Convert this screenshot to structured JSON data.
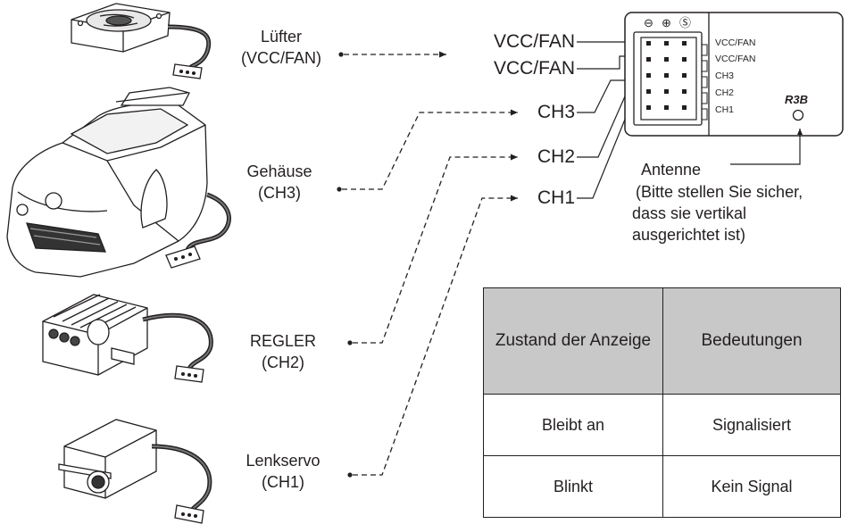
{
  "devices": [
    {
      "id": "fan",
      "label_line1": "Lüfter",
      "label_line2": "(VCC/FAN)"
    },
    {
      "id": "body",
      "label_line1": "Gehäuse",
      "label_line2": "(CH3)"
    },
    {
      "id": "esc",
      "label_line1": "REGLER",
      "label_line2": "(CH2)"
    },
    {
      "id": "servo",
      "label_line1": "Lenkservo",
      "label_line2": "(CH1)"
    }
  ],
  "ports": [
    "VCC/FAN",
    "VCC/FAN",
    "CH3",
    "CH2",
    "CH1"
  ],
  "receiver": {
    "model": "R3B",
    "header_symbols": [
      "⊖",
      "⊕",
      "Ⓢ"
    ],
    "pin_labels": [
      "VCC/FAN",
      "VCC/FAN",
      "CH3",
      "CH2",
      "CH1"
    ]
  },
  "antenna": {
    "title": "Antenne",
    "note_line1": "(Bitte stellen Sie sicher,",
    "note_line2": "dass sie vertikal",
    "note_line3": "ausgerichtet ist)"
  },
  "status_table": {
    "headers": [
      "Zustand der Anzeige",
      "Bedeutungen"
    ],
    "rows": [
      [
        "Bleibt an",
        "Signalisiert"
      ],
      [
        "Blinkt",
        "Kein Signal"
      ]
    ]
  }
}
